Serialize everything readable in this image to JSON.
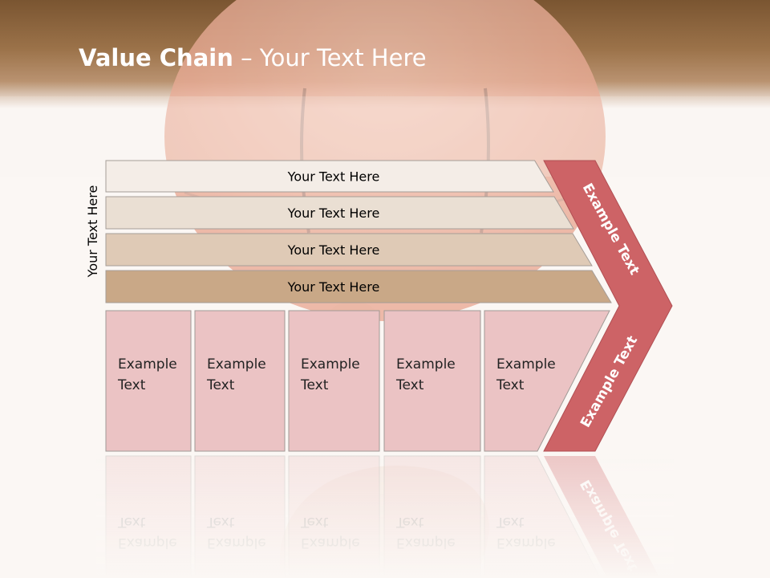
{
  "title": {
    "bold": "Value Chain",
    "rest": " – Your Text Here"
  },
  "side_label": "Your Text Here",
  "bars": [
    {
      "label": "Your Text Here",
      "color": "#f4ede7"
    },
    {
      "label": "Your Text Here",
      "color": "#eadfd3"
    },
    {
      "label": "Your Text Here",
      "color": "#dfcab6"
    },
    {
      "label": "Your Text Here",
      "color": "#c9a887"
    }
  ],
  "boxes": [
    {
      "line1": "Example",
      "line2": "Text"
    },
    {
      "line1": "Example",
      "line2": "Text"
    },
    {
      "line1": "Example",
      "line2": "Text"
    },
    {
      "line1": "Example",
      "line2": "Text"
    },
    {
      "line1": "Example",
      "line2": "Text"
    }
  ],
  "chevron": {
    "top_label": "Example Text",
    "bottom_label": "Example Text",
    "color": "#cd6366"
  },
  "colors": {
    "box_fill": "#ebc3c4",
    "box_stroke": "#a09a96",
    "header_brown": "#8b6339"
  }
}
